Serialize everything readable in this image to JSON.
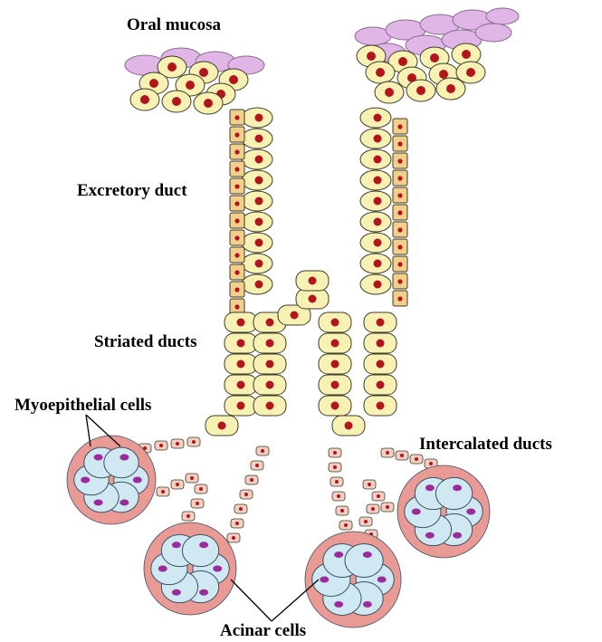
{
  "labels": {
    "oral_mucosa": "Oral mucosa",
    "excretory_duct": "Excretory duct",
    "striated_ducts": "Striated ducts",
    "myoepithelial_cells": "Myoepithelial cells",
    "intercalated_ducts": "Intercalated ducts",
    "acinar_cells": "Acinar cells"
  },
  "colors": {
    "mucosa_fill": "#e0b6e6",
    "mucosa_stroke": "#8a6a90",
    "duct_cell_fill": "#f7f2b4",
    "duct_cell_stroke": "#3c3c2a",
    "excretory_cell_fill": "#f3cf8c",
    "nucleus_red": "#b2161c",
    "intercalated_fill": "#f2cfc2",
    "acinar_fill": "#cfe8f2",
    "acinar_stroke": "#3c5060",
    "myoepithelial_fill": "#e99a95",
    "acinar_nucleus": "#9b2a9b",
    "leader_line": "#000000"
  }
}
